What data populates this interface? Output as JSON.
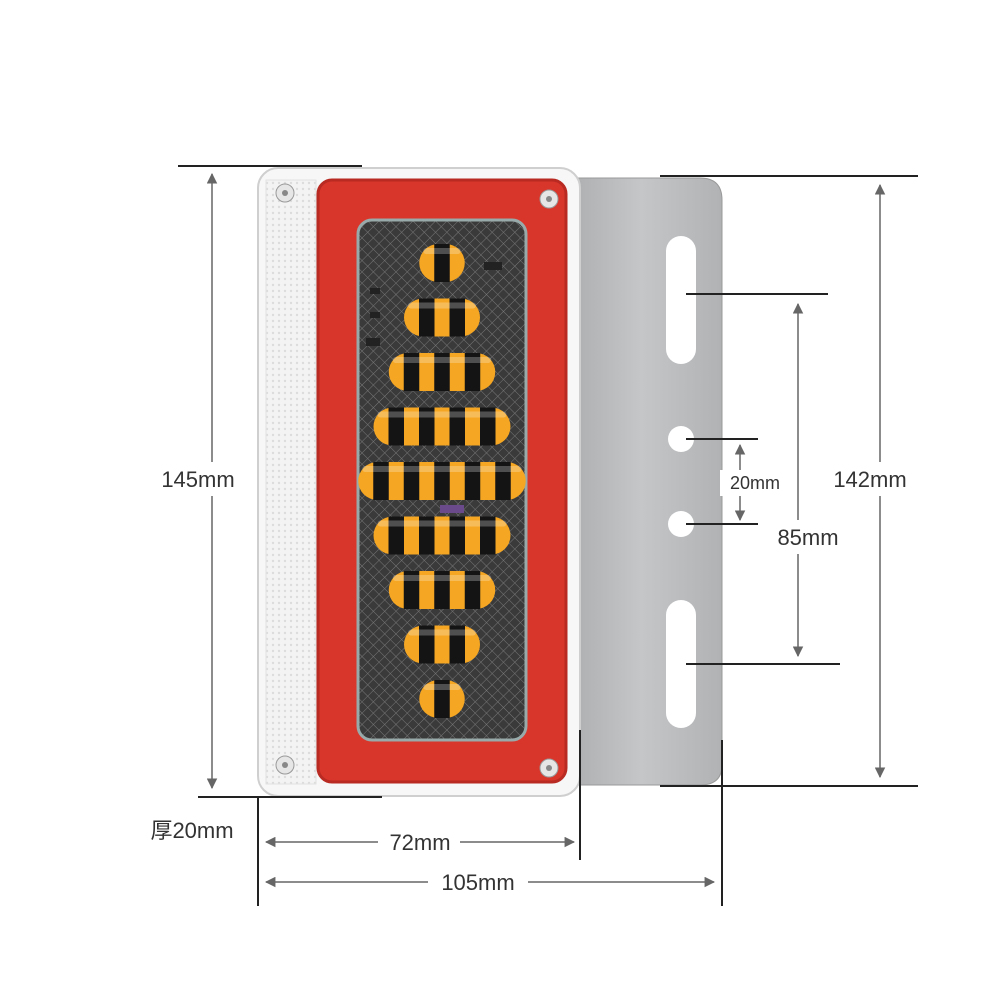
{
  "colors": {
    "housing_red": "#d8352b",
    "led_amber": "#f5a623",
    "bracket_gray": "#b9bbbd",
    "pcb_dark": "#3a3a3a",
    "line": "#222222"
  },
  "product": {
    "led_strip_counts": [
      1,
      2,
      3,
      4,
      5,
      4,
      3,
      2,
      1
    ]
  },
  "dimensions": {
    "height_left": "145mm",
    "height_right": "142mm",
    "slot_spacing": "85mm",
    "hole_spacing": "20mm",
    "thickness": "厚20mm",
    "width_lamp": "72mm",
    "width_total": "105mm"
  }
}
